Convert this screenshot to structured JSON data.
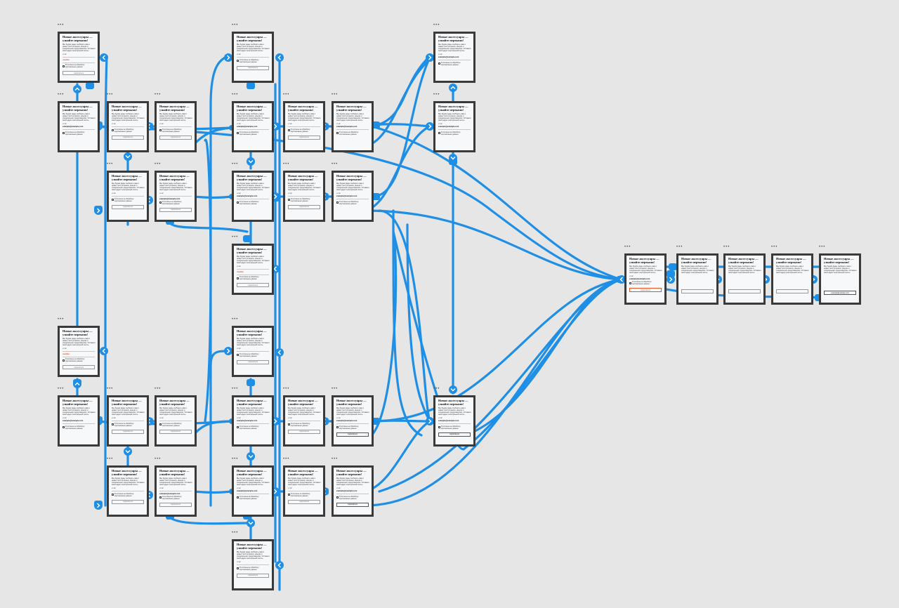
{
  "canvas": {
    "background": "#e6e6e6",
    "wire_color": "#1f8fe6",
    "frame_border": "#3a3a3a"
  },
  "frame_label": "•••",
  "frame_title": "Новые аксессуары — узнайте первыми!",
  "frame_description": "Мы будем рады сообщить вам о новых поступлениях, акциях и специальных предложениях. Оставьте свой адрес электронной почты.",
  "field_label": "email",
  "field_value": "example@example.com",
  "error_text": "ошибка",
  "checkbox_label": "Я согласен на обработку персональных данных",
  "button_label": "подписаться",
  "icons": {
    "connector": "chevron-icon",
    "node": "connection-node-icon"
  }
}
